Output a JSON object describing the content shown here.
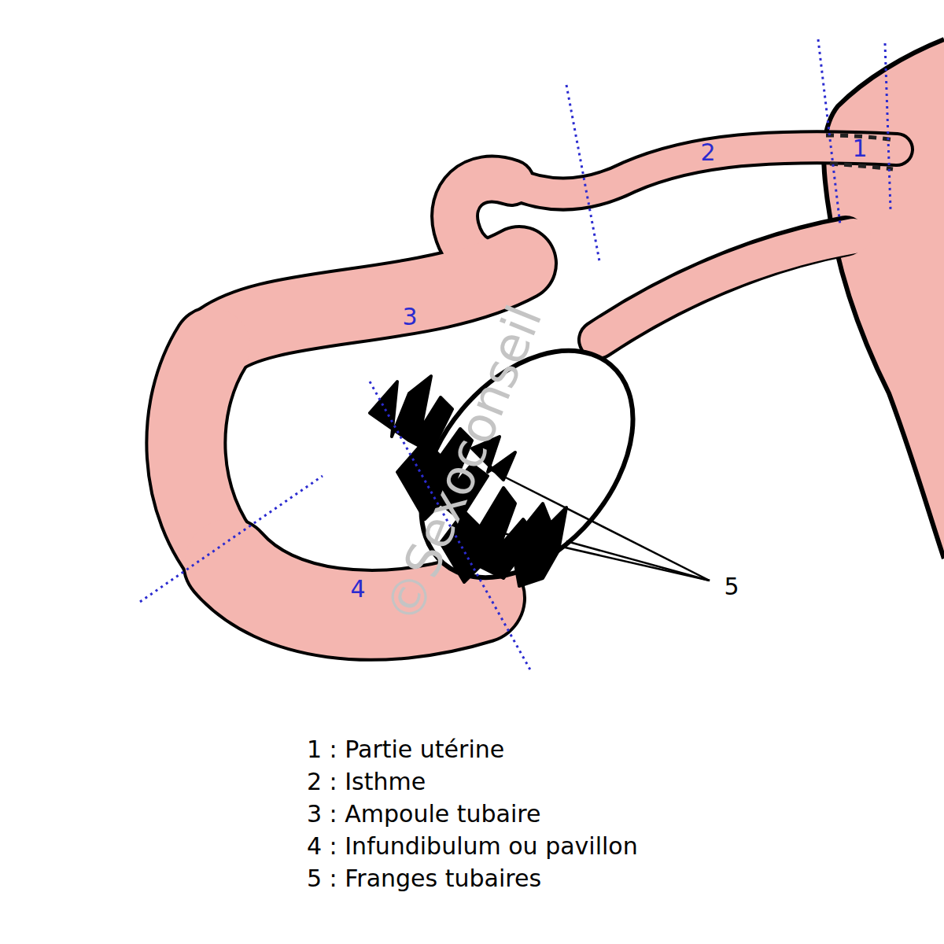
{
  "diagram": {
    "labels": [
      "1",
      "2",
      "3",
      "4",
      "5",
      "1 : Partie utérine",
      "2 : Isthme",
      "3 : Ampoule tubaire",
      "4 : Infundibulum ou pavillon",
      "5 : Franges tubaires",
      "©Sexoconseil"
    ]
  }
}
